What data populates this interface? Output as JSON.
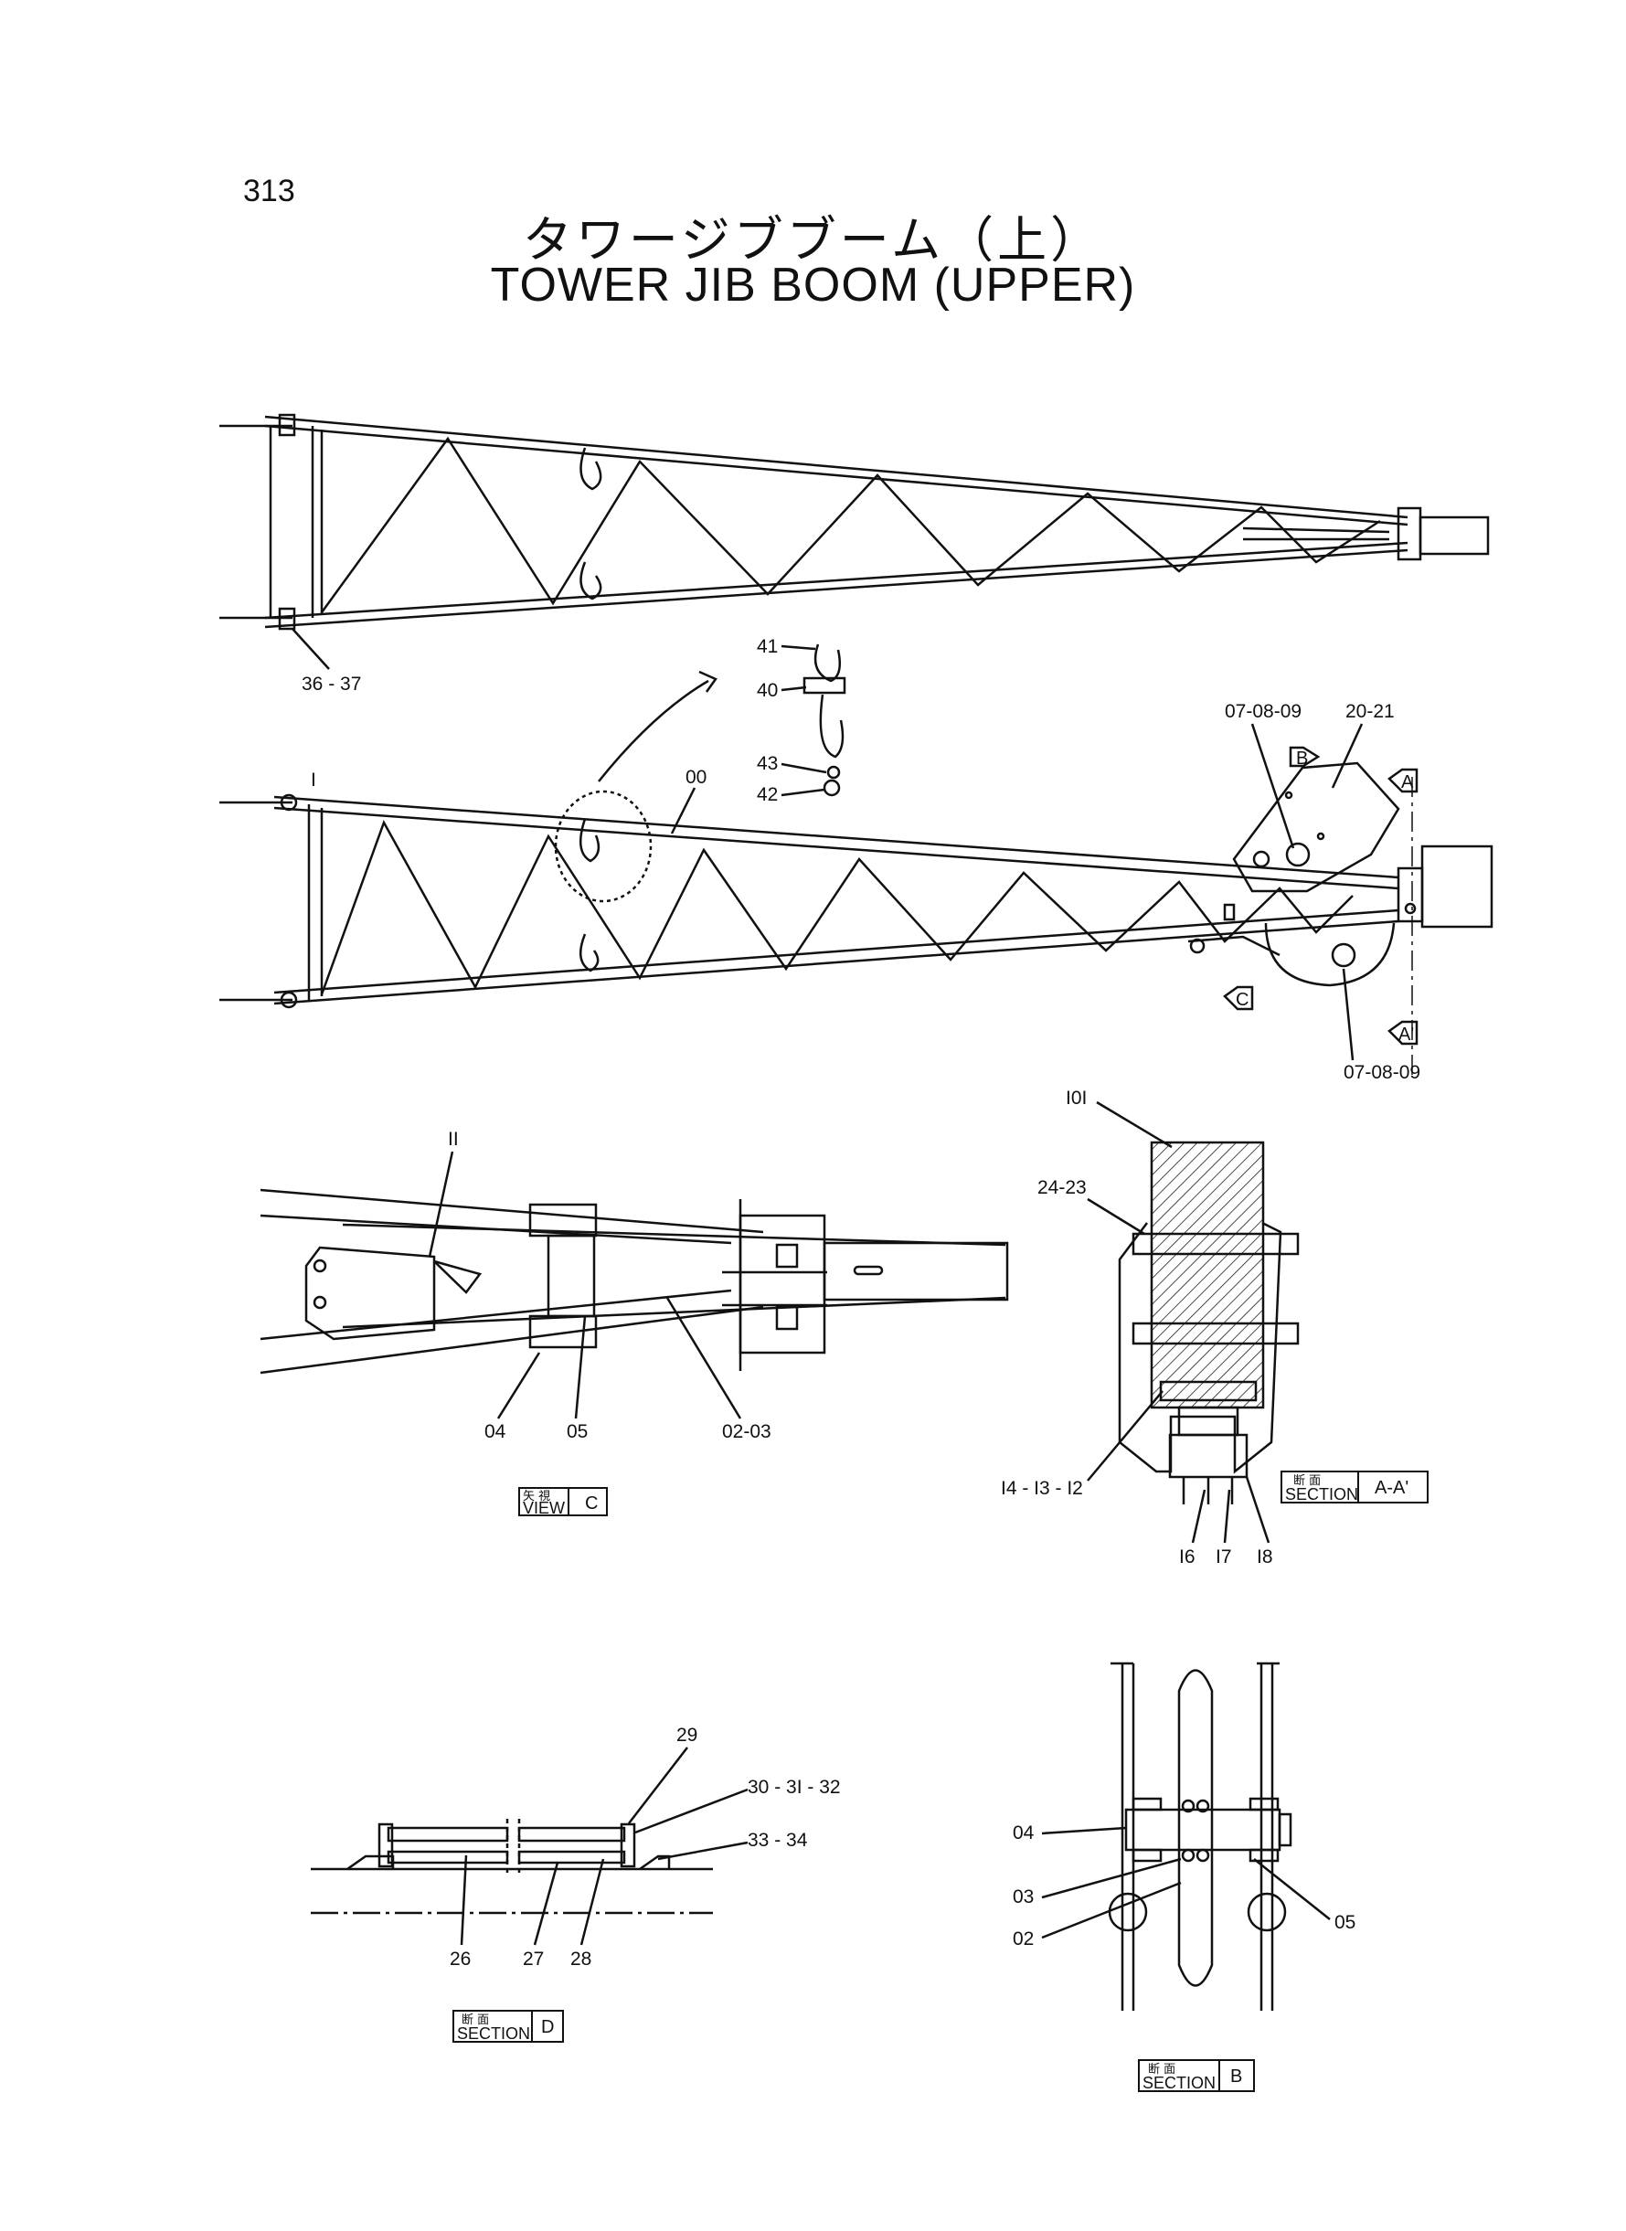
{
  "page_number": "313",
  "title_jp": "タワージブブーム（上）",
  "title_en": "TOWER JIB BOOM (UPPER)",
  "part_labels": {
    "p36_37": "36 - 37",
    "p41": "41",
    "p40": "40",
    "p43": "43",
    "p42": "42",
    "p00": "00",
    "p1": "I",
    "p07_08_09_top": "07-08-09",
    "p20_21": "20-21",
    "p07_08_09_bot": "07-08-09",
    "p101": "I0I",
    "p11": "II",
    "p24_23": "24-23",
    "p04_c": "04",
    "p05_c": "05",
    "p02_03": "02-03",
    "p14_13_12": "I4 - I3 - I2",
    "p16": "I6",
    "p17": "I7",
    "p18": "I8",
    "p29": "29",
    "p30_31_32": "30 - 3I - 32",
    "p33_34": "33 - 34",
    "p26": "26",
    "p27": "27",
    "p28": "28",
    "p04_b": "04",
    "p03_b": "03",
    "p02_b": "02",
    "p05_b": "05"
  },
  "markers": {
    "A": "A",
    "A_prime": "A'",
    "B": "B",
    "C": "C"
  },
  "view_tags": {
    "view_c": {
      "jp": "矢 視",
      "en": "VIEW",
      "ref": "C"
    },
    "section_aa": {
      "jp": "断 面",
      "en": "SECTION",
      "ref": "A-A'"
    },
    "section_d": {
      "jp": "断 面",
      "en": "SECTION",
      "ref": "D"
    },
    "section_b": {
      "jp": "断 面",
      "en": "SECTION",
      "ref": "B"
    }
  }
}
